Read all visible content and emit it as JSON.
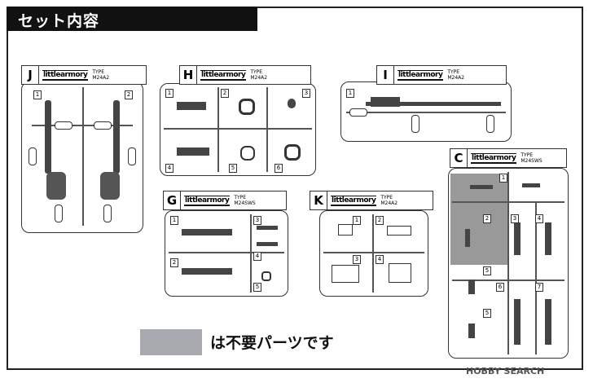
{
  "title": "セット内容",
  "type_label": "TYPE",
  "logo_text": "littlearmory",
  "sprues": [
    {
      "letter": "J",
      "type": "M24A2",
      "parts": [
        "1",
        "2"
      ]
    },
    {
      "letter": "H",
      "type": "M24A2",
      "parts": [
        "1",
        "2",
        "3",
        "4",
        "5",
        "6"
      ]
    },
    {
      "letter": "I",
      "type": "M24A2",
      "parts": [
        "1"
      ]
    },
    {
      "letter": "C",
      "type": "M24SWS",
      "parts": [
        "1",
        "2",
        "3",
        "4",
        "5",
        "6",
        "7",
        "5"
      ]
    },
    {
      "letter": "G",
      "type": "M24SWS",
      "parts": [
        "1",
        "2",
        "3",
        "4",
        "5"
      ]
    },
    {
      "letter": "K",
      "type": "M24A2",
      "parts": [
        "1",
        "2",
        "3",
        "4"
      ]
    }
  ],
  "legend_text": "は不要パーツです",
  "watermark": "HOBBY SEARCH"
}
